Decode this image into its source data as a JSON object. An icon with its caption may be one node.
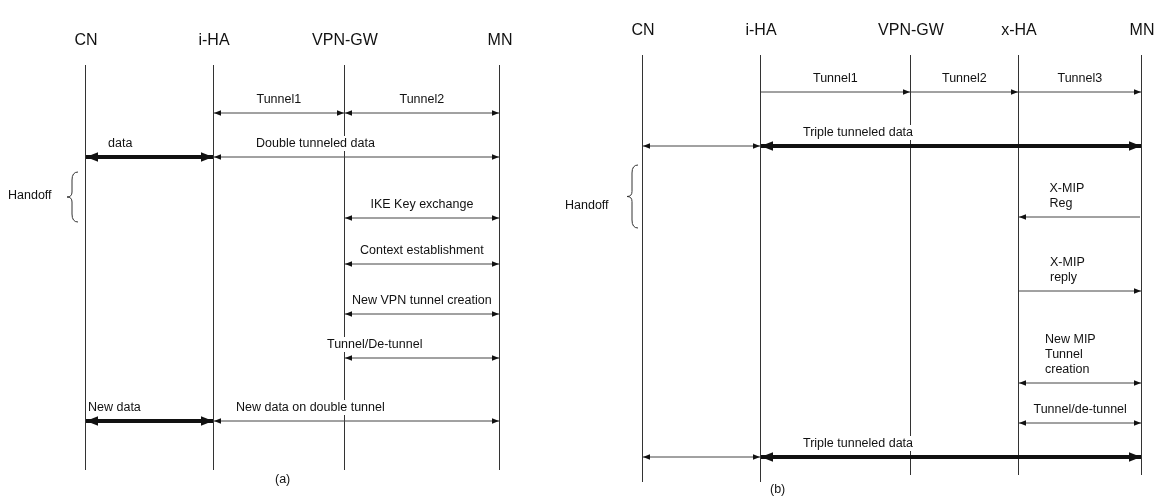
{
  "diagram": {
    "nodes": [
      {
        "text": [
          "CN"
        ]
      },
      {
        "text": [
          "i-HA"
        ]
      },
      {
        "text": [
          "VPN-GW"
        ]
      },
      {
        "text": [
          "MN"
        ]
      },
      {
        "text": [
          "CN"
        ]
      },
      {
        "text": [
          "i-HA"
        ]
      },
      {
        "text": [
          "VPN-GW"
        ]
      },
      {
        "text": [
          "x-HA"
        ]
      },
      {
        "text": [
          "MN"
        ]
      }
    ],
    "edges": [
      {
        "from": 1,
        "to": 2,
        "arrow": "both",
        "label": "Tunnel1"
      },
      {
        "from": 2,
        "to": 3,
        "arrow": "both",
        "label": "Tunnel2"
      },
      {
        "from": 0,
        "to": 1,
        "arrow": "both",
        "label": "data",
        "style": "thick"
      },
      {
        "from": 1,
        "to": 3,
        "arrow": "both",
        "label": "Double tunneled data"
      },
      {
        "from": 2,
        "to": 3,
        "arrow": "both",
        "label": "IKE Key exchange"
      },
      {
        "from": 2,
        "to": 3,
        "arrow": "both",
        "label": "Context establishment"
      },
      {
        "from": 2,
        "to": 3,
        "arrow": "both",
        "label": "New VPN tunnel creation"
      },
      {
        "from": 2,
        "to": 3,
        "arrow": "both",
        "label": "Tunnel/De-tunnel"
      },
      {
        "from": 0,
        "to": 1,
        "arrow": "both",
        "label": "New data",
        "style": "thick"
      },
      {
        "from": 1,
        "to": 3,
        "arrow": "both",
        "label": "New data on double tunnel"
      },
      {
        "from": 5,
        "to": 6,
        "arrow": "to",
        "label": "Tunnel1"
      },
      {
        "from": 6,
        "to": 7,
        "arrow": "to",
        "label": "Tunnel2"
      },
      {
        "from": 7,
        "to": 8,
        "arrow": "to",
        "label": "Tunnel3"
      },
      {
        "from": 4,
        "to": 5,
        "arrow": "both"
      },
      {
        "from": 5,
        "to": 8,
        "arrow": "both",
        "label": "Triple tunneled data",
        "style": "thick"
      },
      {
        "from": 8,
        "to": 7,
        "arrow": "to",
        "label": "X-MIP Reg"
      },
      {
        "from": 7,
        "to": 8,
        "arrow": "to",
        "label": "X-MIP reply"
      },
      {
        "from": 7,
        "to": 8,
        "arrow": "both",
        "label": "New MIP Tunnel creation"
      },
      {
        "from": 7,
        "to": 8,
        "arrow": "both",
        "label": "Tunnel/de-tunnel"
      },
      {
        "from": 4,
        "to": 5,
        "arrow": "both"
      },
      {
        "from": 5,
        "to": 8,
        "arrow": "both",
        "label": "Triple tunneled data",
        "style": "thick"
      }
    ],
    "labels": [
      "Handoff",
      "(a)",
      "Handoff",
      "(b)"
    ]
  }
}
